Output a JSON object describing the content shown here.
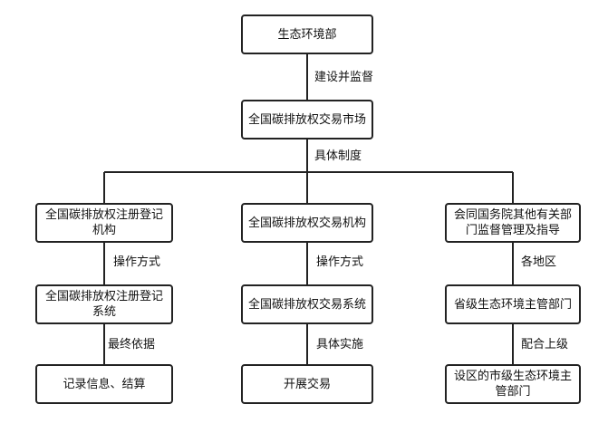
{
  "nodes": {
    "mee": "生态环境部",
    "market": "全国碳排放权交易市场",
    "registry_org": "全国碳排放权注册登记机构",
    "trading_org": "全国碳排放权交易机构",
    "joint_depts": "会同国务院其他有关部门监督管理及指导",
    "registry_sys": "全国碳排放权注册登记系统",
    "trading_sys": "全国碳排放权交易系统",
    "provincial": "省级生态环境主管部门",
    "record": "记录信息、结算",
    "trading": "开展交易",
    "municipal": "设区的市级生态环境主管部门"
  },
  "edges": {
    "build_supervise": "建设并监督",
    "specific_system": "具体制度",
    "operation_mode_left": "操作方式",
    "operation_mode_mid": "操作方式",
    "regions": "各地区",
    "final_basis": "最终依据",
    "implementation": "具体实施",
    "cooperate": "配合上级"
  }
}
